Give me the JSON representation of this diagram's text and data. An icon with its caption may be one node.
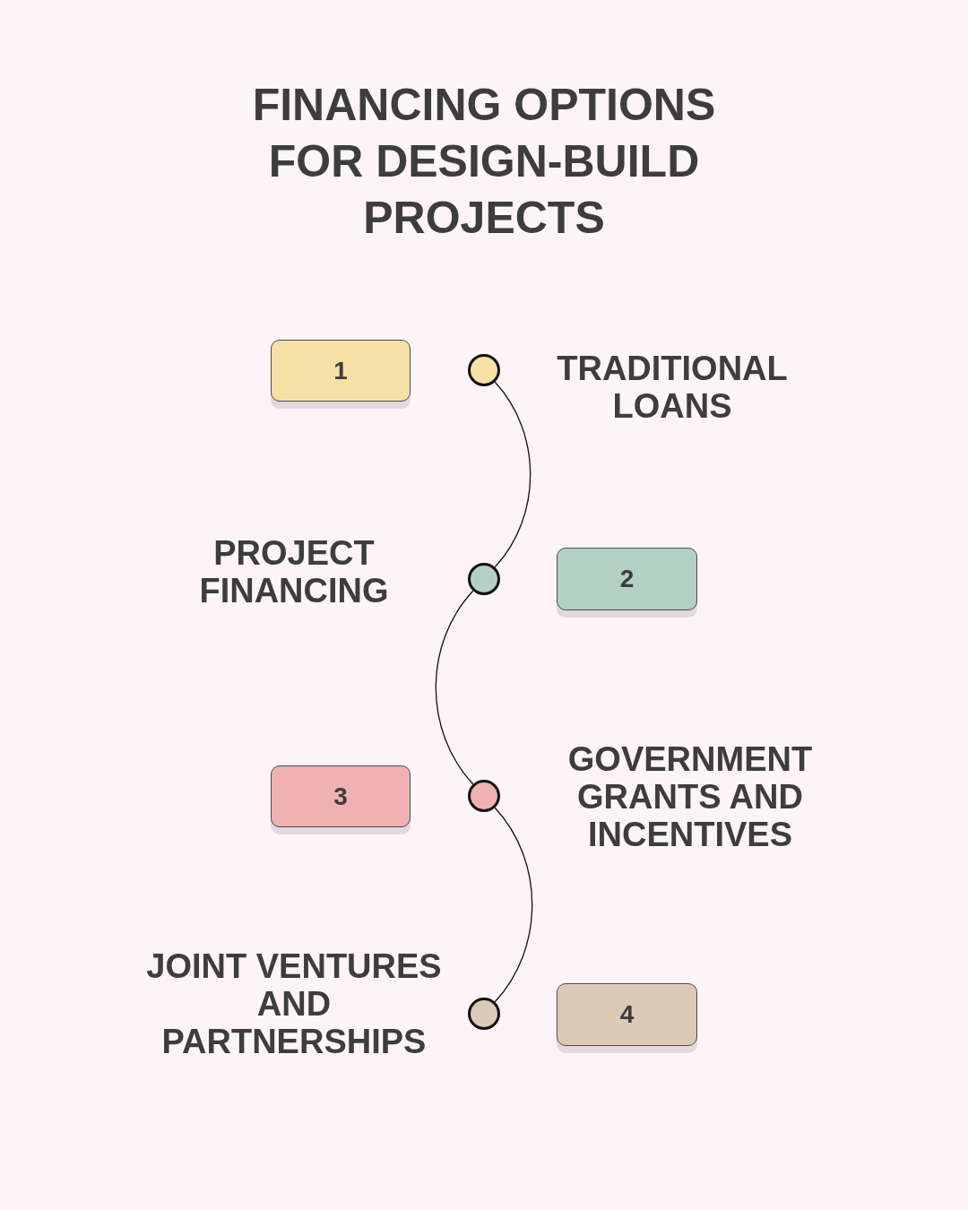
{
  "diagram": {
    "title": "FINANCING OPTIONS FOR DESIGN-BUILD PROJECTS",
    "nodes": [
      {
        "text": [
          "1"
        ]
      },
      {
        "text": [],
        "shape": "circle",
        "beside": [
          "TRADITIONAL LOANS"
        ]
      },
      {
        "text": [],
        "shape": "circle",
        "beside": [
          "PROJECT FINANCING"
        ]
      },
      {
        "text": [
          "2"
        ]
      },
      {
        "text": [
          "3"
        ]
      },
      {
        "text": [],
        "shape": "circle",
        "beside": [
          "GOVERNMENT GRANTS AND INCENTIVES"
        ]
      },
      {
        "text": [],
        "shape": "circle",
        "beside": [
          "JOINT VENTURES AND PARTNERSHIPS"
        ]
      },
      {
        "text": [
          "4"
        ]
      }
    ],
    "edges": [
      {
        "from": 1,
        "to": 2,
        "arrow": "none"
      },
      {
        "from": 2,
        "to": 5,
        "arrow": "none"
      },
      {
        "from": 5,
        "to": 6,
        "arrow": "none"
      }
    ]
  }
}
